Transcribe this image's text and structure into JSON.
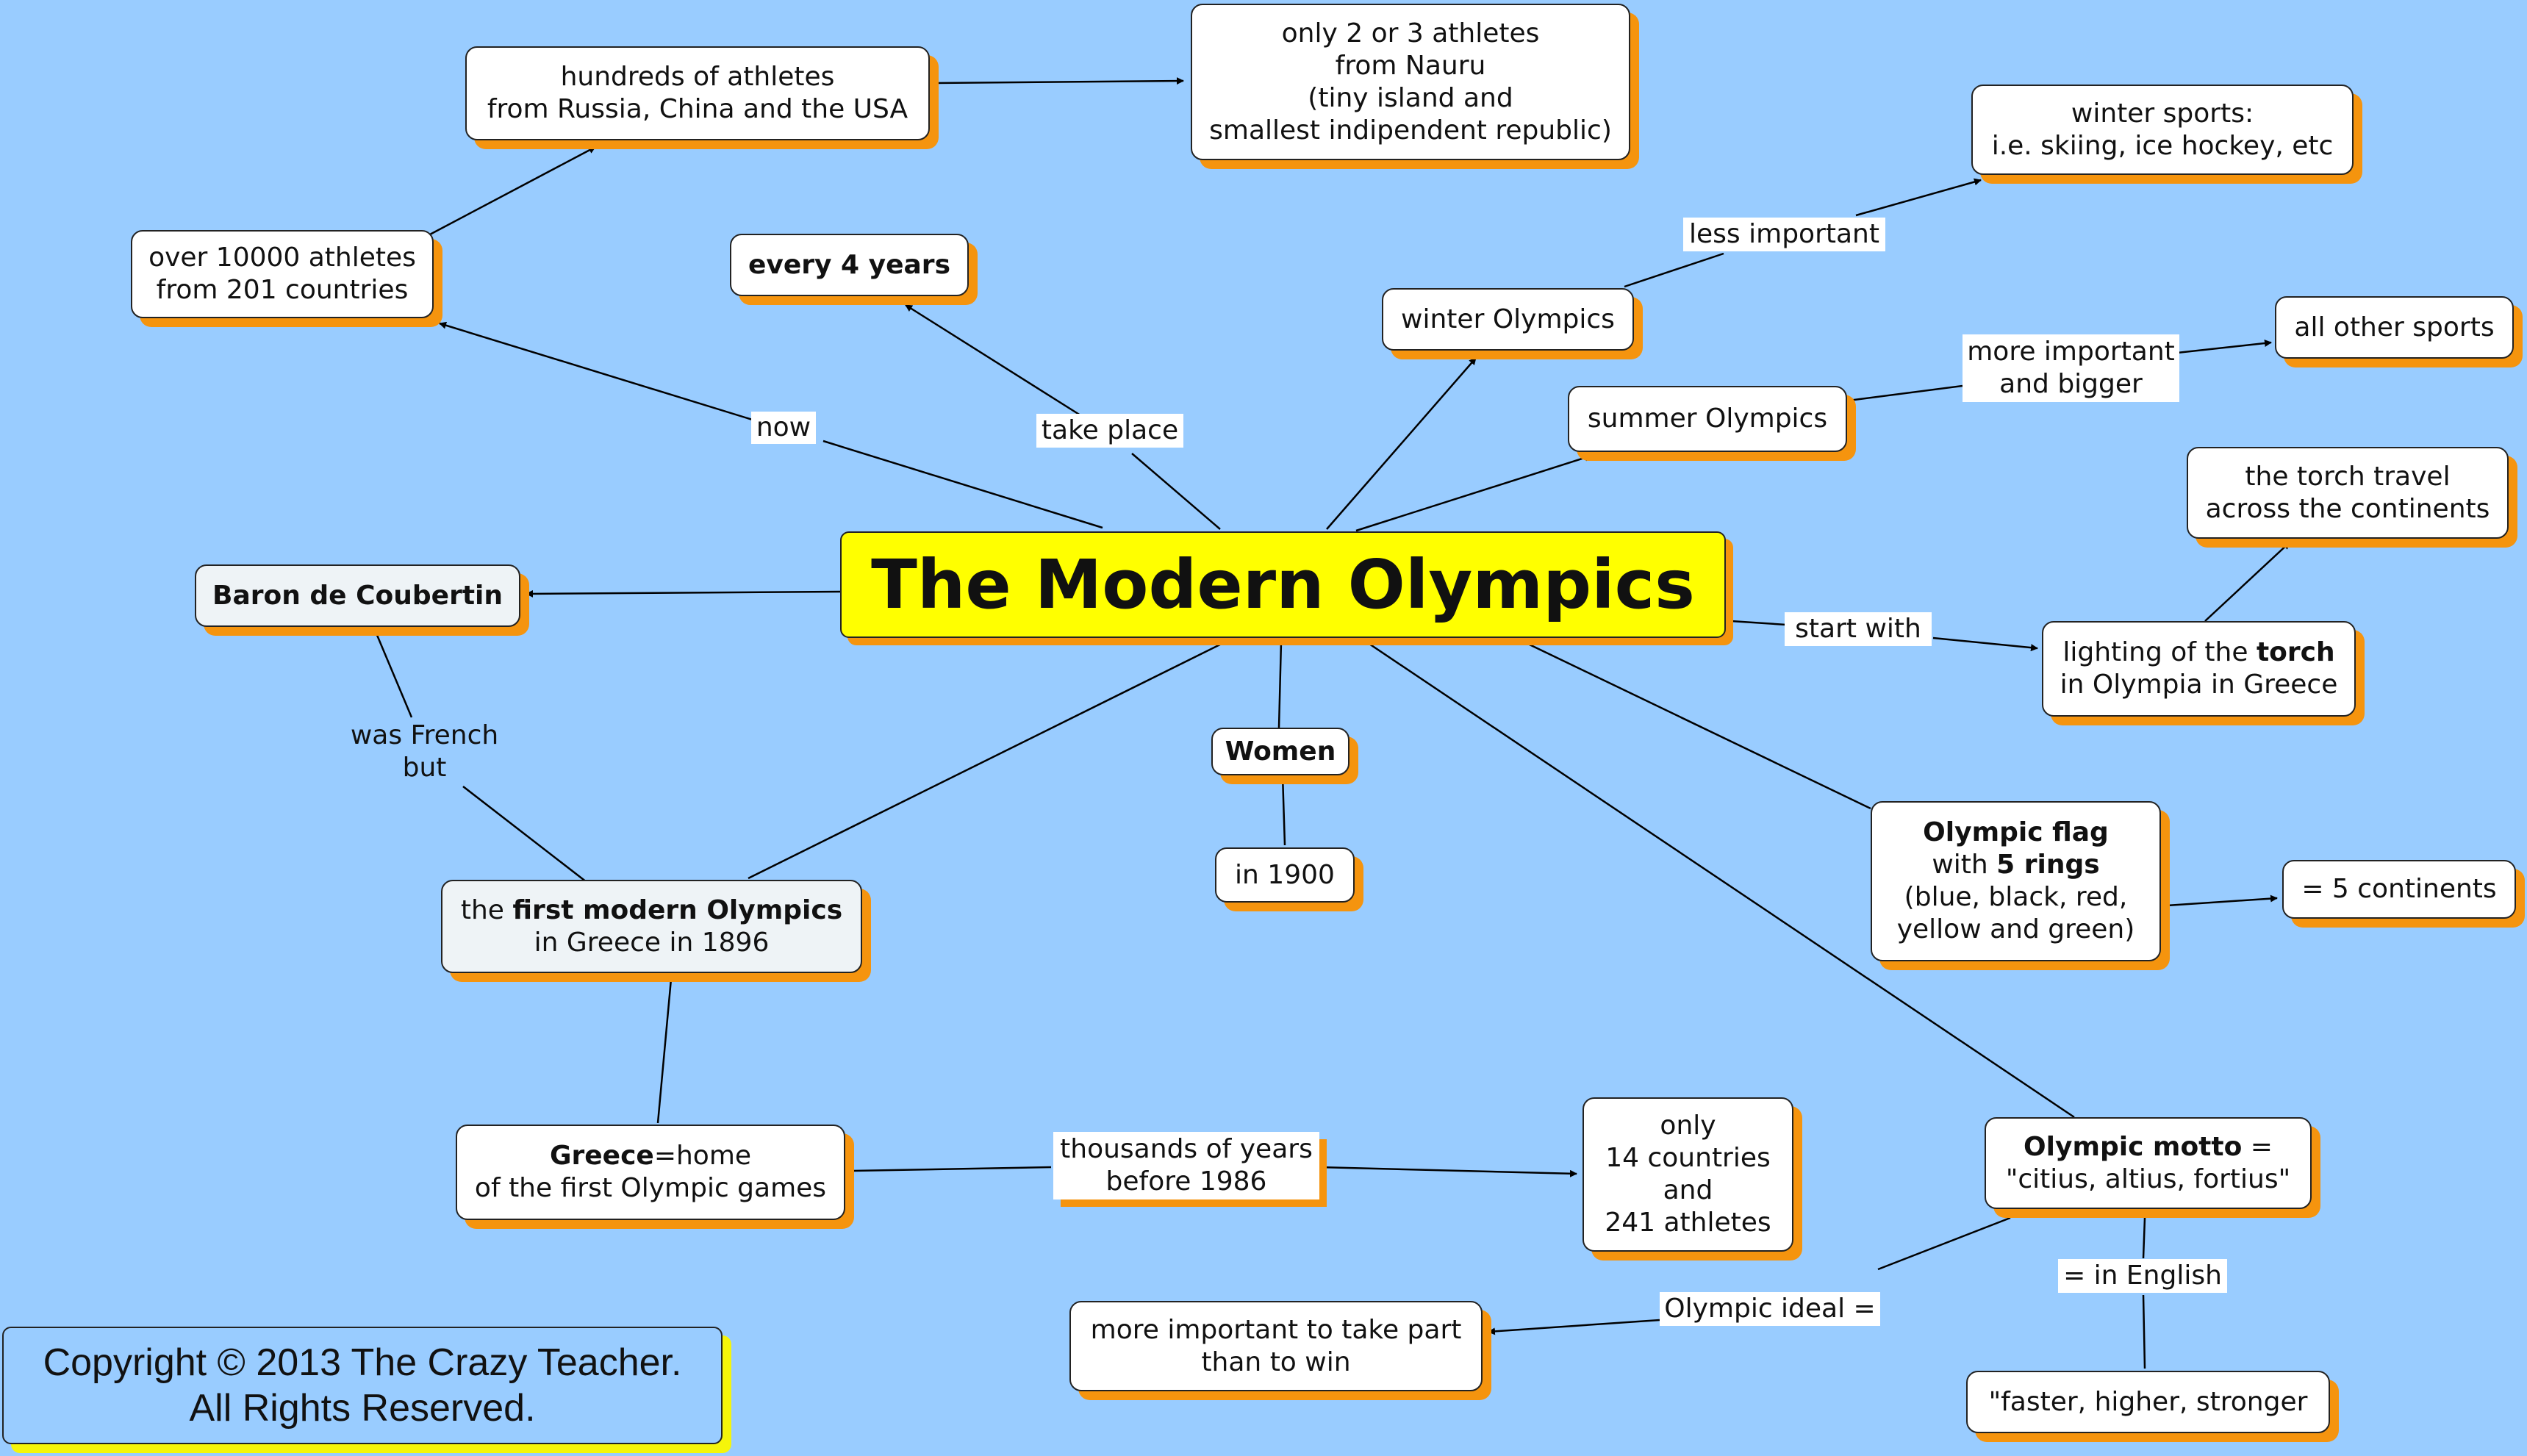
{
  "central": {
    "title": "The Modern Olympics"
  },
  "nodes": {
    "hundreds": [
      "hundreds of athletes",
      "from Russia, China and the USA"
    ],
    "nauru": [
      "only 2 or 3 athletes",
      "from Nauru",
      "(tiny island and",
      "smallest indipendent republic)"
    ],
    "over10000": [
      "over 10000 athletes",
      "from 201 countries"
    ],
    "every4years": "every 4 years",
    "winter_olympics": "winter Olympics",
    "winter_sports": [
      "winter sports:",
      "i.e. skiing, ice hockey, etc"
    ],
    "summer_olympics": "summer Olympics",
    "all_other_sports": "all other sports",
    "torch_travel": [
      "the torch travel",
      "across the continents"
    ],
    "baron": "Baron de Coubertin",
    "lighting_torch": {
      "pre": "lighting of the ",
      "bold": "torch",
      "line2": "in Olympia in Greece"
    },
    "women": "Women",
    "in1900": "in 1900",
    "first_modern": {
      "pre": "the ",
      "bold": "first modern Olympics",
      "line2": "in Greece in 1896"
    },
    "flag": {
      "bold1": "Olympic flag",
      "pre2": "with ",
      "bold2": "5 rings",
      "line3": "(blue, black, red,",
      "line4": "yellow and green)"
    },
    "five_continents": "= 5 continents",
    "greece_home": {
      "bold": "Greece",
      "post": "=home",
      "line2": "of the first Olympic games"
    },
    "only14": [
      "only",
      "14 countries",
      "and",
      "241 athletes"
    ],
    "motto": {
      "bold": "Olympic motto",
      "post": " =",
      "line2": "\"citius, altius, fortius\""
    },
    "take_part": [
      "more important to take part",
      "than to win"
    ],
    "faster": "\"faster, higher, stronger",
    "copyright": [
      "Copyright © 2013 The Crazy Teacher.",
      "All Rights Reserved."
    ]
  },
  "labels": {
    "less_important": "less important",
    "more_important": [
      "more important",
      "and bigger"
    ],
    "now": "now",
    "take_place": "take place",
    "start_with": "start with",
    "was_french": [
      "was French",
      "but"
    ],
    "thousands": [
      "thousands of years",
      "before 1986"
    ],
    "olympic_ideal": "Olympic ideal =",
    "in_english": "= in English"
  },
  "colors": {
    "background": "#99ccff",
    "central_fill": "#ffff00",
    "node_shadow": "#f5940e",
    "copyright_shadow": "#f5f50a"
  }
}
